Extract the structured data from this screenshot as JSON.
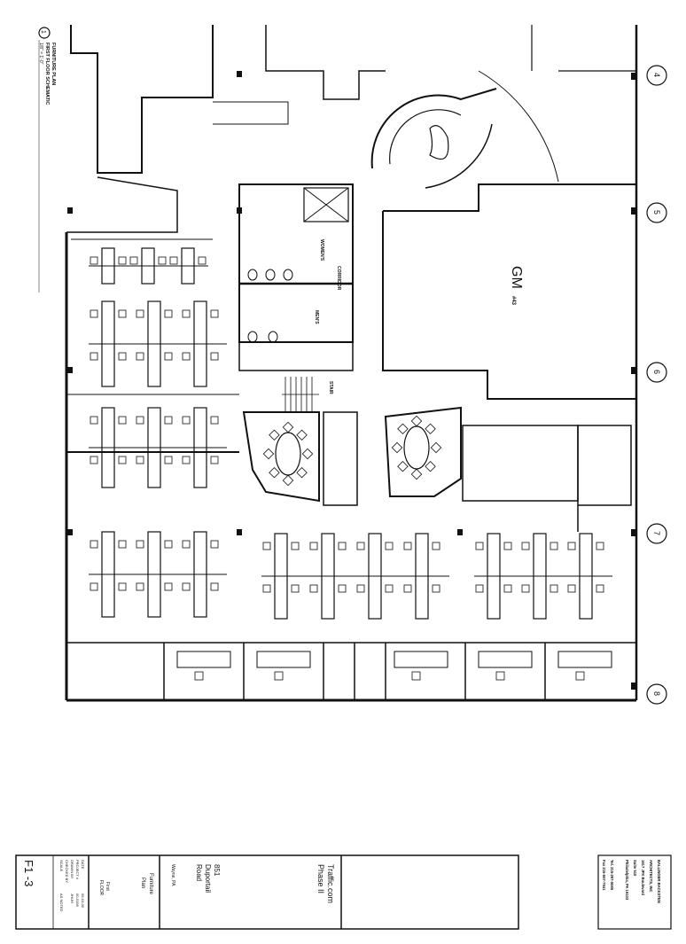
{
  "plan_label": {
    "title": "FURNITURE PLAN",
    "subtitle": "FIRST FLOOR SCHEMATIC",
    "scale": "1/8\" = 1'-0\"",
    "symbol": "1"
  },
  "grid_lines": [
    "4",
    "5",
    "6",
    "7",
    "8"
  ],
  "rooms": {
    "gm": "GM",
    "gm_number": "#43",
    "womens": "WOMEN'S",
    "mens": "MEN'S",
    "corridor": "CORRIDOR",
    "stair": "STAIR"
  },
  "title_block": {
    "project_name": "Traffic.com",
    "project_phase": "Phase II",
    "address_line1": "851",
    "address_line2": "Duportail",
    "address_line3": "Road",
    "address_city": "Wayne, PA",
    "drawing_title_line1": "Furniture",
    "drawing_title_line2": "Plan",
    "floor_line1": "First",
    "floor_line2": "FLOOR",
    "sheet_number": "F1 -3",
    "info_labels": [
      "DATE",
      "PROJECT #",
      "DRAWN BY",
      "CHECKED BY",
      "SCALE"
    ],
    "info_values": [
      "05-03-00",
      "00-0158",
      "JH/JH",
      "",
      "AS NOTED"
    ],
    "architect_line1": "BALLINGER BACKSTEN",
    "architect_line2": "ARCHITECTS, INC",
    "architect_line3": "1617 JFK Boulevard",
    "architect_line4": "Suite 510",
    "architect_line5": "Philadelphia, PA 19103",
    "architect_line6": "Tel. 215-297-5595",
    "architect_line7": "Fax 215-557-7941"
  }
}
